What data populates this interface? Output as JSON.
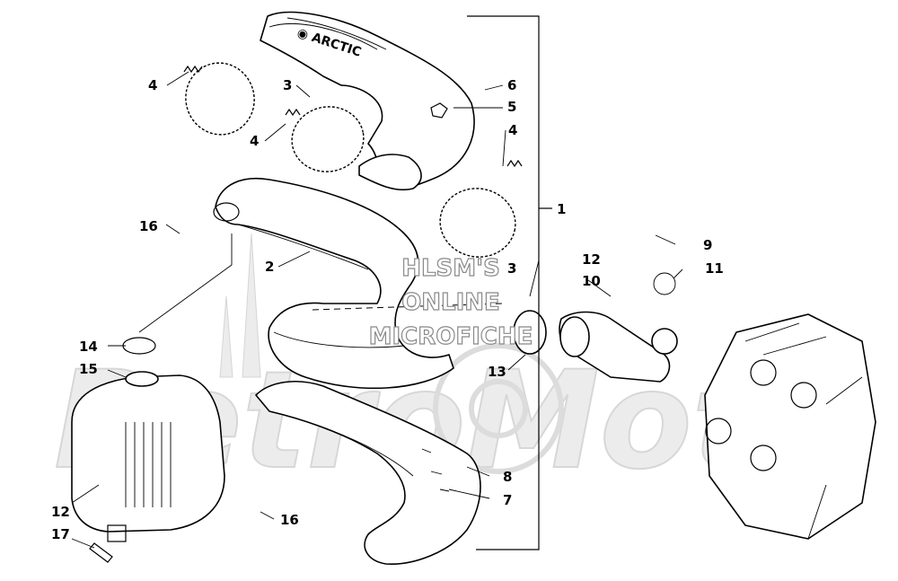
{
  "watermark": {
    "line1": "HLSM'S",
    "line2": "ONLINE",
    "line3": "MICROFICHE",
    "logo": "RetroMoto"
  },
  "callouts": [
    {
      "id": "callout-1",
      "text": "1"
    },
    {
      "id": "callout-2",
      "text": "2"
    },
    {
      "id": "callout-3a",
      "text": "3"
    },
    {
      "id": "callout-3b",
      "text": "3"
    },
    {
      "id": "callout-4a",
      "text": "4"
    },
    {
      "id": "callout-4b",
      "text": "4"
    },
    {
      "id": "callout-4c",
      "text": "4"
    },
    {
      "id": "callout-5",
      "text": "5"
    },
    {
      "id": "callout-6",
      "text": "6"
    },
    {
      "id": "callout-7",
      "text": "7"
    },
    {
      "id": "callout-8",
      "text": "8"
    },
    {
      "id": "callout-9",
      "text": "9"
    },
    {
      "id": "callout-10",
      "text": "10"
    },
    {
      "id": "callout-11",
      "text": "11"
    },
    {
      "id": "callout-12a",
      "text": "12"
    },
    {
      "id": "callout-12b",
      "text": "12"
    },
    {
      "id": "callout-13",
      "text": "13"
    },
    {
      "id": "callout-14",
      "text": "14"
    },
    {
      "id": "callout-15",
      "text": "15"
    },
    {
      "id": "callout-16a",
      "text": "16"
    },
    {
      "id": "callout-16b",
      "text": "16"
    },
    {
      "id": "callout-17",
      "text": "17"
    }
  ]
}
